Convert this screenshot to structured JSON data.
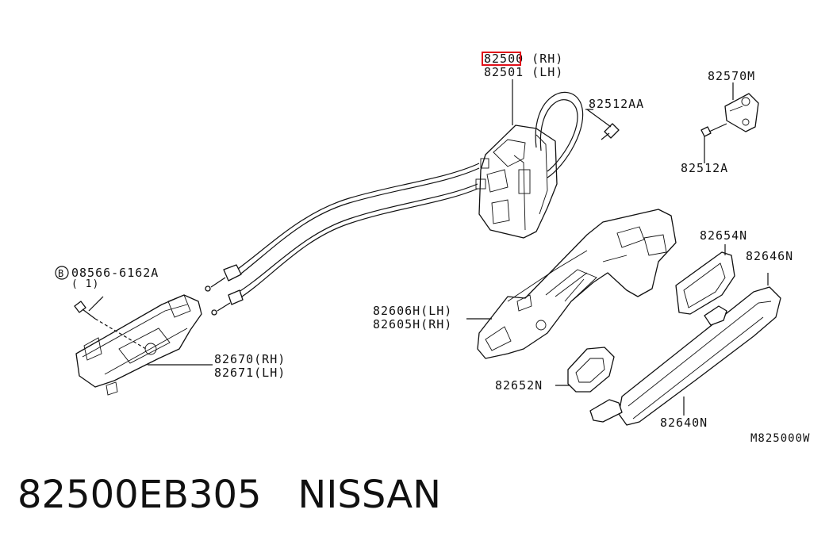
{
  "labels": {
    "lock_rh": "82500 (RH)",
    "lock_lh": "82501 (LH)",
    "bolt_aa": "82512AA",
    "striker": "82570M",
    "bolt_a": "82512A",
    "escutcheon": "82654N",
    "handle_grip": "82646N",
    "bracket_lh": "82606H(LH)",
    "bracket_rh": "82605H(RH)",
    "gasket": "82652N",
    "handle": "82640N",
    "bolt_b_symbol": "B",
    "bolt_b": "08566-6162A",
    "bolt_b_qty": "( 1)",
    "rod_rh": "82670(RH)",
    "rod_lh": "82671(LH)",
    "drawing_code": "M825000W"
  },
  "highlight": {
    "part_number": "82500",
    "color": "#e0101a"
  },
  "caption": "82500EB305   NISSAN"
}
